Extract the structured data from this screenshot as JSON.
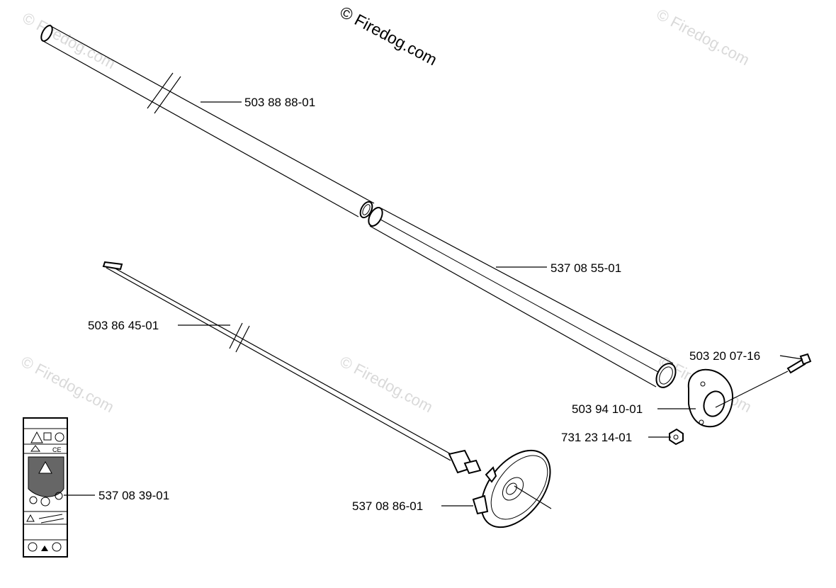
{
  "watermarks": {
    "main": "© Firedog.com",
    "faded": "© Firedog.com"
  },
  "parts": [
    {
      "id": "p1",
      "number": "503 88 88-01"
    },
    {
      "id": "p2",
      "number": "537 08 55-01"
    },
    {
      "id": "p3",
      "number": "503 86 45-01"
    },
    {
      "id": "p4",
      "number": "503 20 07-16"
    },
    {
      "id": "p5",
      "number": "503 94 10-01"
    },
    {
      "id": "p6",
      "number": "731 23 14-01"
    },
    {
      "id": "p7",
      "number": "537 08 39-01"
    },
    {
      "id": "p8",
      "number": "537 08 86-01"
    }
  ],
  "decal": {
    "badge": "CE"
  },
  "colors": {
    "line": "#000000",
    "watermark": "#d9d9d9",
    "background": "#ffffff"
  }
}
